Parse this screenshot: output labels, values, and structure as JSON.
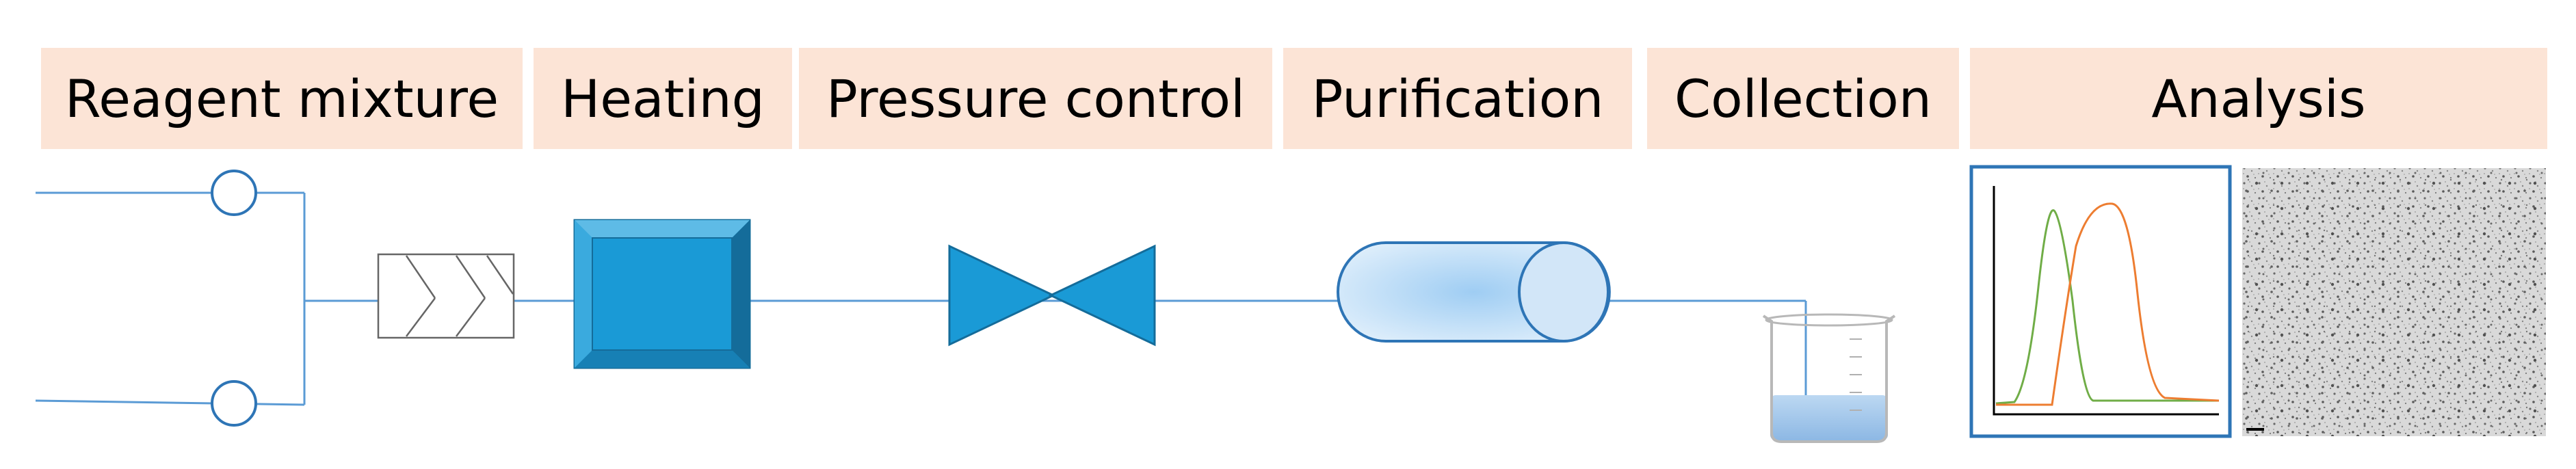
{
  "stages": [
    {
      "id": "reagent",
      "label": "Reagent mixture"
    },
    {
      "id": "heating",
      "label": "Heating"
    },
    {
      "id": "pressure",
      "label": "Pressure control"
    },
    {
      "id": "purification",
      "label": "Purification"
    },
    {
      "id": "collection",
      "label": "Collection"
    },
    {
      "id": "analysis",
      "label": "Analysis"
    }
  ],
  "colors": {
    "label_fill": "#fce4d6",
    "line": "#5b9bd5",
    "component_fill": "#1a9ad6",
    "component_dark": "#146c9a",
    "liquid": "#9dc3e6",
    "chromatogram_green": "#70ad47",
    "chromatogram_orange": "#ed7d31"
  },
  "icons": [
    "inlet-valve-icon",
    "static-mixer-icon",
    "heater-block-icon",
    "pressure-valve-icon",
    "purification-column-icon",
    "beaker-icon",
    "chromatogram-icon",
    "microscopy-image-icon"
  ]
}
